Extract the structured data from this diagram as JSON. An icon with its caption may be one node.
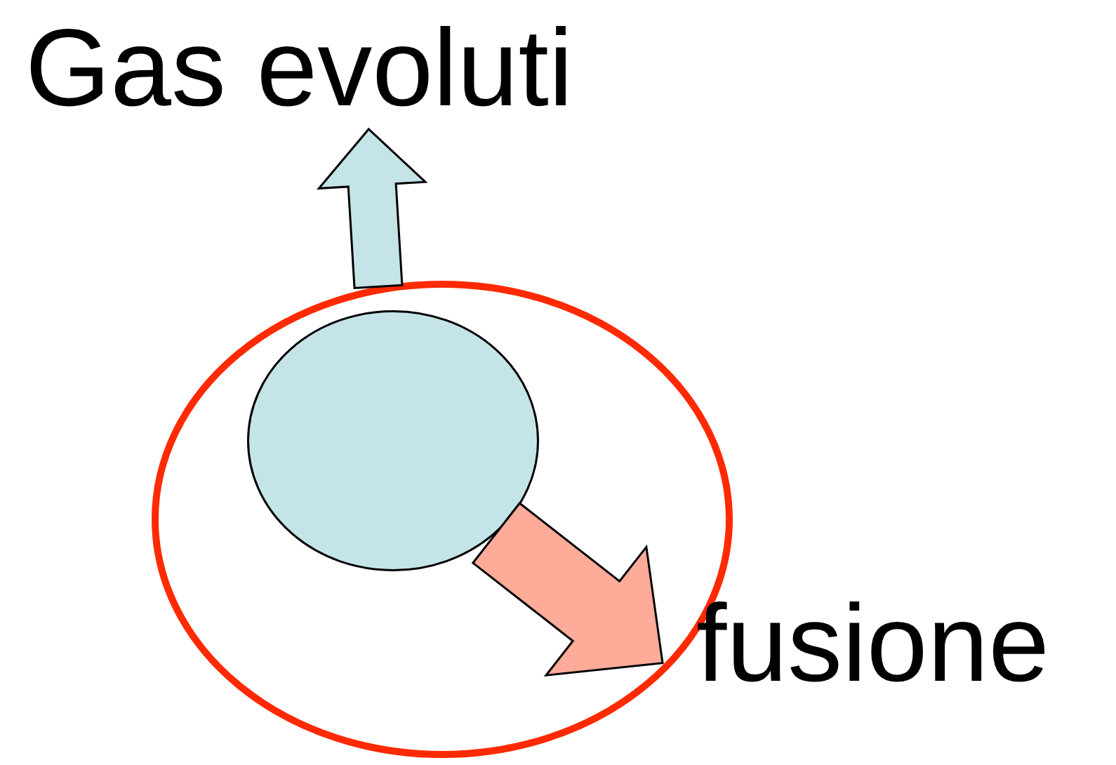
{
  "diagram": {
    "nodes": [
      {
        "text": [
          "Gas evoluti"
        ]
      },
      {
        "text": [],
        "shape": "circle"
      },
      {
        "text": [],
        "shape": "circle",
        "in": 1
      },
      {
        "text": [
          "fusione"
        ]
      }
    ],
    "edges": [
      {
        "from": 1,
        "to": 0,
        "arrow": "to",
        "style": "thick",
        "color": "#c5e4e8"
      },
      {
        "from": 2,
        "to": 3,
        "arrow": "to",
        "style": "thick",
        "color": "#ffab99"
      }
    ]
  }
}
